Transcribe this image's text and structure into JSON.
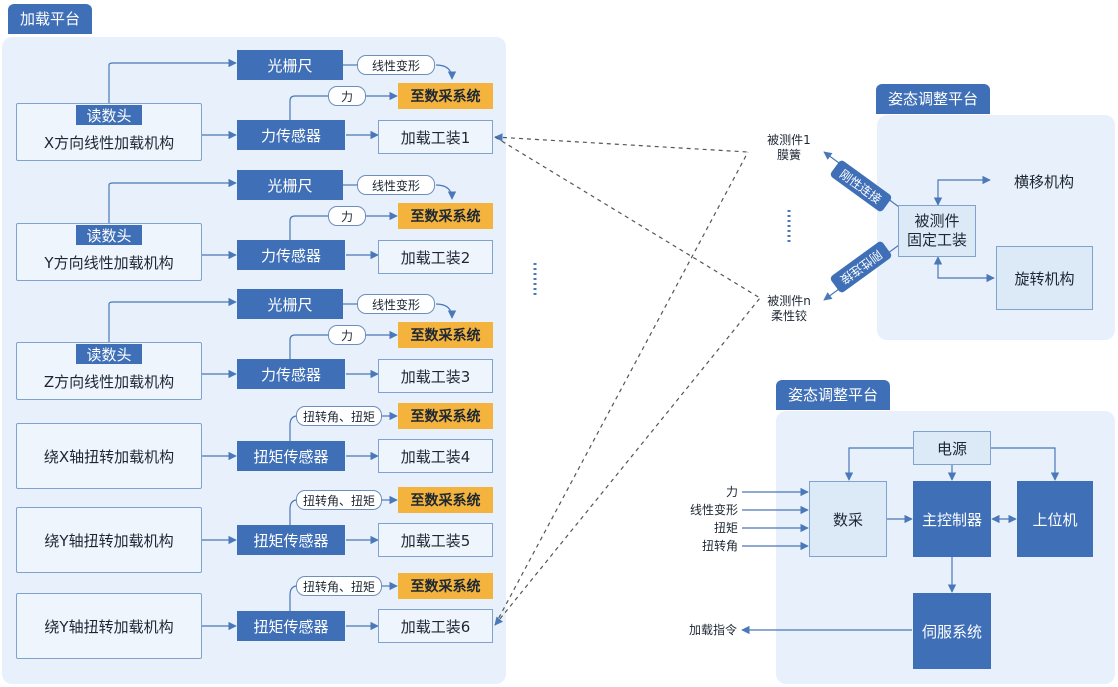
{
  "left_panel": {
    "title": "加载平台",
    "reader_label": "读数头",
    "grating": "光栅尺",
    "force_sensor": "力传感器",
    "torque_sensor": "扭矩传感器",
    "linear_deformation": "线性变形",
    "force": "力",
    "torsion_label": "扭转角、扭矩",
    "daq_target": "至数采系统",
    "mechanisms": [
      "X方向线性加载机构",
      "Y方向线性加载机构",
      "Z方向线性加载机构",
      "绕X轴扭转加载机构",
      "绕Y轴扭转加载机构",
      "绕Y轴扭转加载机构"
    ],
    "fixtures": [
      "加载工装1",
      "加载工装2",
      "加载工装3",
      "加载工装4",
      "加载工装5",
      "加载工装6"
    ]
  },
  "specimens": {
    "first_line1": "被测件1",
    "first_line2": "膜簧",
    "last_line1": "被测件n",
    "last_line2": "柔性铰",
    "rigid_link": "刚性连接",
    "rigid_link_2": "刚性连接"
  },
  "attitude_panel": {
    "title": "姿态调整平台",
    "fixture_line1": "被测件",
    "fixture_line2": "固定工装",
    "translation": "横移机构",
    "rotation": "旋转机构"
  },
  "control_panel": {
    "title": "姿态调整平台",
    "power": "电源",
    "daq": "数采",
    "main_controller": "主控制器",
    "host": "上位机",
    "servo": "伺服系统",
    "inputs": [
      "力",
      "线性变形",
      "扭矩",
      "扭转角"
    ],
    "output": "加载指令"
  },
  "colors": {
    "panel_bg": "#e8f1fb",
    "accent_blue": "#3f6fb6",
    "daq_orange": "#f3b33c",
    "line_blue": "#4a78b8"
  }
}
